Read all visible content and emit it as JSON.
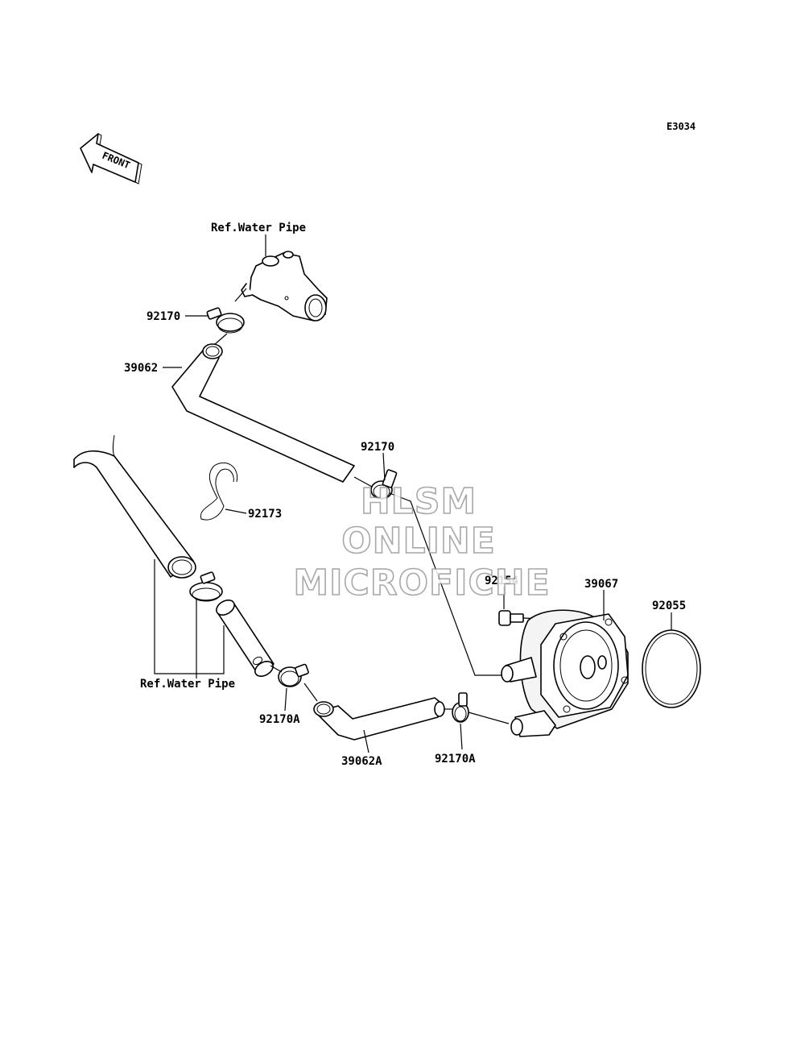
{
  "diagram": {
    "code": "E3034",
    "front_marker": "FRONT",
    "reference_labels": {
      "top": "Ref.Water Pipe",
      "bottom": "Ref.Water Pipe"
    },
    "parts": {
      "p92170_top": "92170",
      "p39062": "39062",
      "p92170_mid": "92170",
      "p92173": "92173",
      "p92154": "92154",
      "p39067": "39067",
      "p92055": "92055",
      "p92170A_left": "92170A",
      "p39062A": "39062A",
      "p92170A_right": "92170A"
    }
  },
  "watermark": {
    "line1": "HLSM",
    "line2": "ONLINE",
    "line3": "MICROFICHE"
  }
}
